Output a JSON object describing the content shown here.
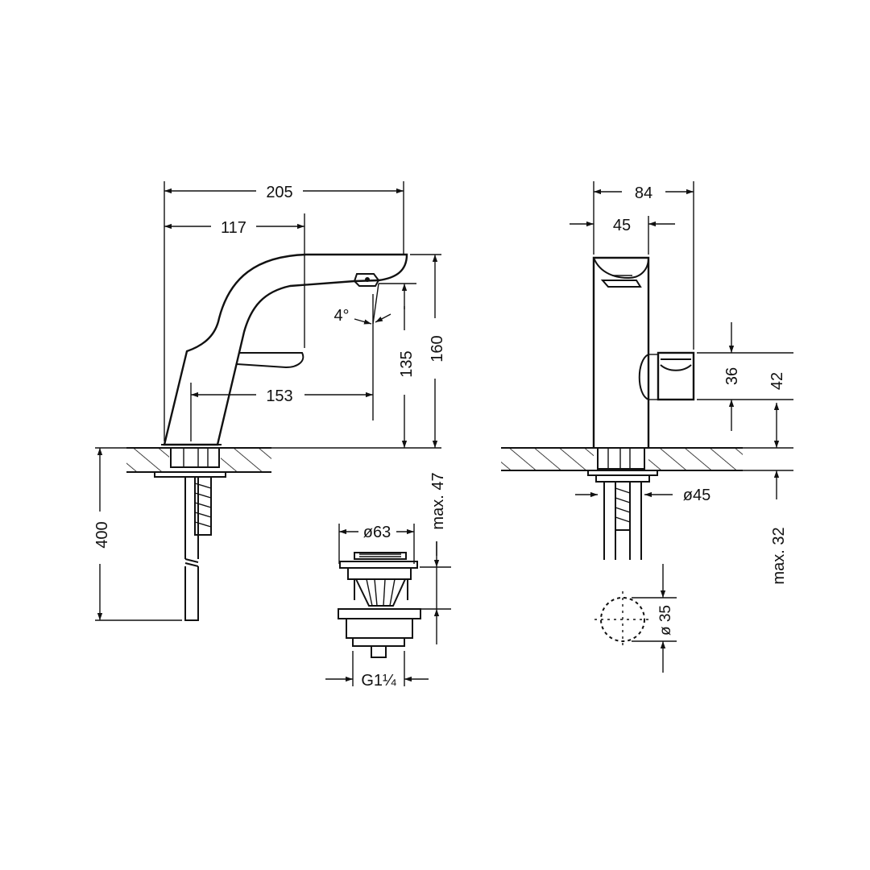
{
  "side_view": {
    "dim_width_total": "205",
    "dim_spout_reach": "117",
    "dim_angle": "4°",
    "dim_outlet_distance": "153",
    "dim_outlet_height": "135",
    "dim_total_height": "160",
    "dim_hose_length": "400",
    "dim_max_deck": "max. 47"
  },
  "front_view": {
    "dim_width_total": "84",
    "dim_body_width": "45",
    "dim_lever_height": "36",
    "dim_lever_offset": "42",
    "dim_base_diameter": "ø45",
    "dim_max_deck": "max. 32",
    "dim_hole_diameter": "ø 35"
  },
  "drain_view": {
    "dim_drain_diameter": "ø63",
    "dim_thread": "G1¼"
  }
}
